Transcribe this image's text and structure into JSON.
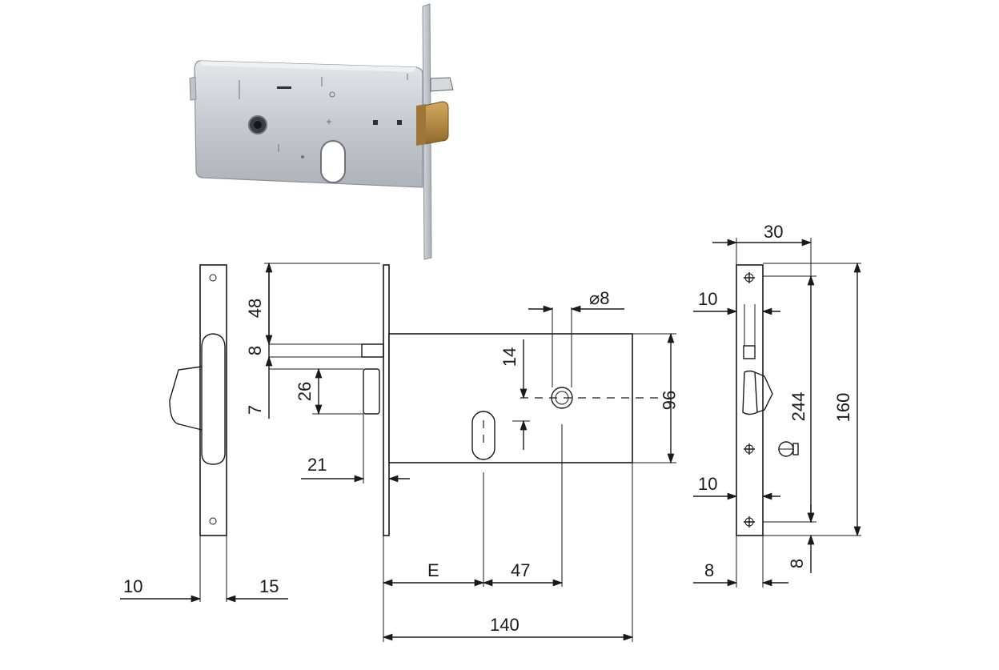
{
  "product": {
    "photo_icon": "mortise-lock-3d-render",
    "colors": {
      "steel": "#c9ccd2",
      "brass": "#b58a45",
      "line": "#1a1a1a"
    }
  },
  "dimensions": {
    "front_plate_width": "10",
    "front_plate_offset": "15",
    "top_to_latch": "48",
    "latch_height": "8",
    "bolt_gap": "7",
    "bolt_height": "26",
    "bolt_projection": "21",
    "hole_to_slot_vertical": "14",
    "spindle_diameter": "⌀8",
    "case_height": "96",
    "backset": "E",
    "spindle_to_slot": "47",
    "case_length": "140",
    "faceplate_width": "30",
    "faceplate_inner_top": "10",
    "faceplate_inner_bottom": "10",
    "faceplate_thickness": "8",
    "faceplate_height": "244",
    "case_total_height": "160",
    "bottom_offset": "8"
  }
}
